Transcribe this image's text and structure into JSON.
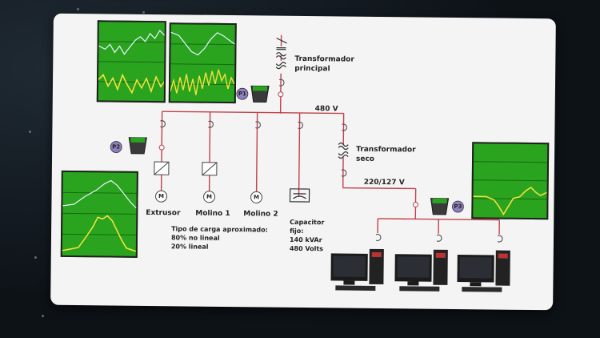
{
  "diagram": {
    "main_transformer": "Transformador\nprincipal",
    "main_bus_voltage": "480 V",
    "dry_transformer": "Transformador\nseco",
    "low_voltage": "220/127 V",
    "meters": [
      "P1",
      "P2",
      "P3"
    ],
    "motor_symbol": "M",
    "loads": [
      "Extrusor",
      "Molino 1",
      "Molino 2"
    ],
    "capacitor": "Capacitor\nfijo:\n140 kVAr\n480 Volts",
    "load_type": "Tipo de carga aproximado:\n80% no lineal\n20% lineal"
  },
  "colors": {
    "line": "#c0404a",
    "scope_bg": "#2aa31f",
    "trace_white": "#e8f4ff",
    "trace_yellow": "#f0e23a"
  }
}
